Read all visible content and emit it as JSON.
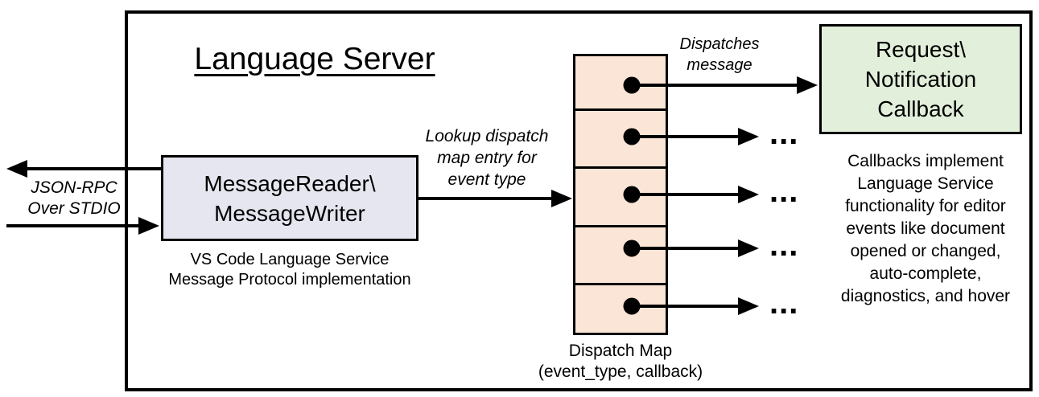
{
  "diagram": {
    "title": "Language Server",
    "io_label": {
      "line1": "JSON-RPC",
      "line2": "Over STDIO"
    },
    "message_box": {
      "line1": "MessageReader\\",
      "line2": "MessageWriter"
    },
    "message_caption": {
      "line1": "VS Code Language Service",
      "line2": "Message Protocol implementation"
    },
    "lookup_label": {
      "line1": "Lookup dispatch",
      "line2": "map entry for",
      "line3": "event type"
    },
    "dispatch_label": {
      "line1": "Dispatches",
      "line2": "message"
    },
    "callback_box": {
      "line1": "Request\\",
      "line2": "Notification",
      "line3": "Callback"
    },
    "callback_caption": [
      "Callbacks implement",
      "Language Service",
      "functionality for editor",
      "events like document",
      "opened or changed,",
      "auto-complete,",
      "diagnostics, and hover"
    ],
    "dispatch_map_caption": {
      "line1": "Dispatch Map",
      "line2": "(event_type, callback)"
    },
    "ellipsis": "...",
    "colors": {
      "message_box_fill": "#e6e6f0",
      "dispatch_cell_fill": "#fbe5d6",
      "callback_box_fill": "#e2efda",
      "line_color": "#000000"
    }
  }
}
